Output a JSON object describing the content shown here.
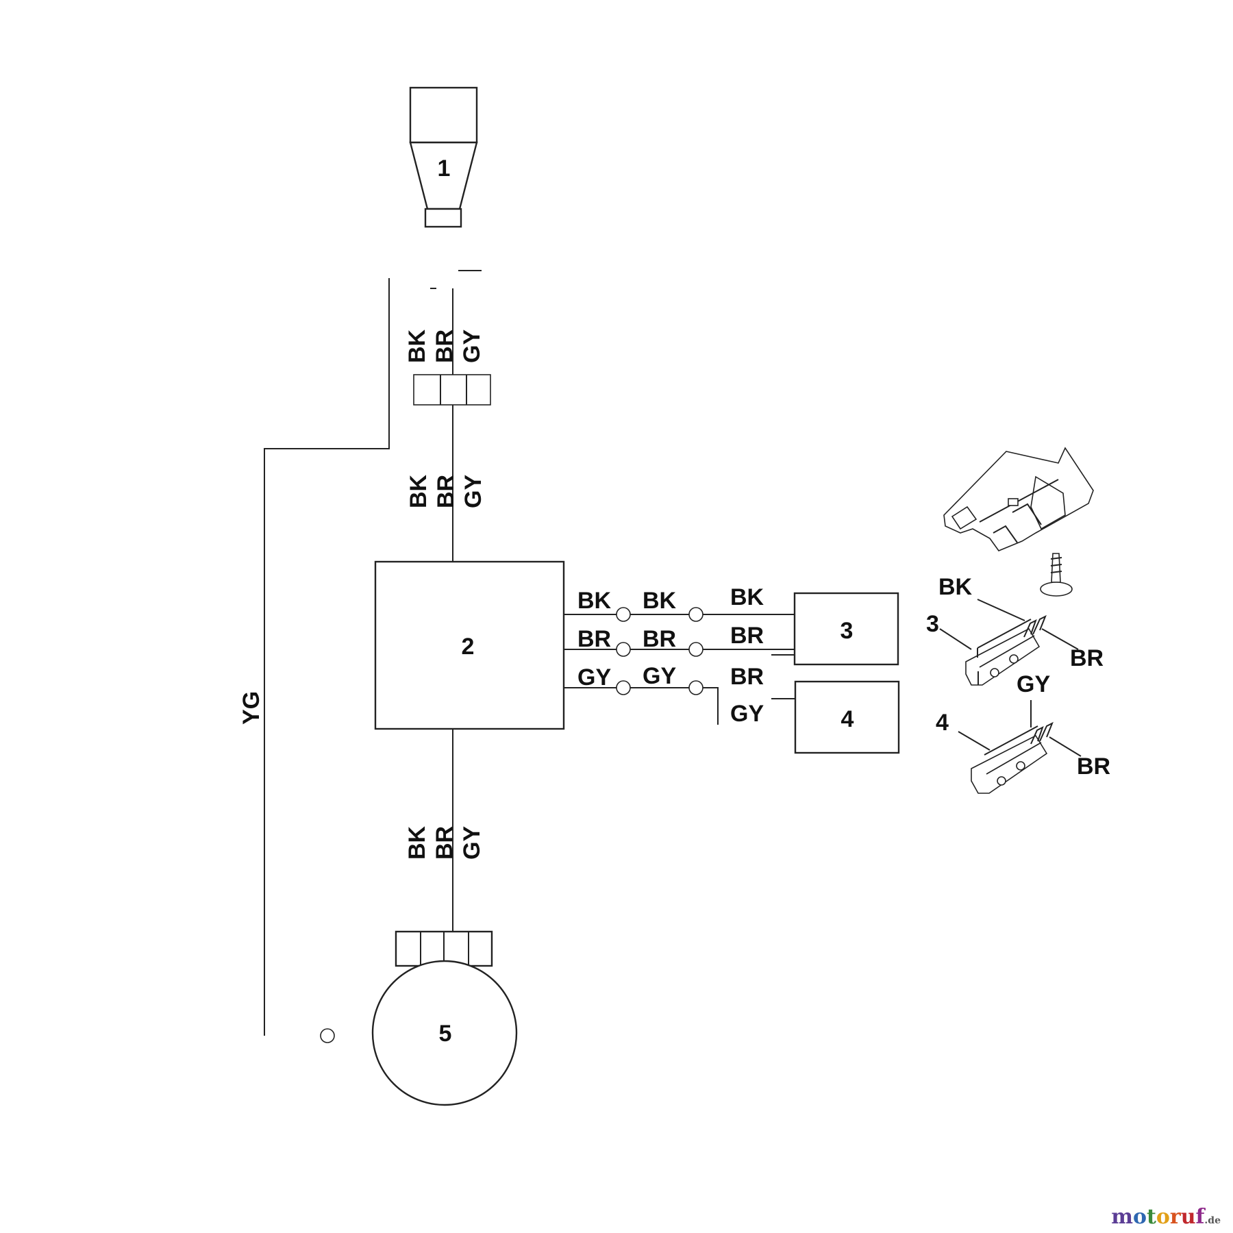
{
  "components": [
    {
      "id": "1",
      "label": "1"
    },
    {
      "id": "2",
      "label": "2"
    },
    {
      "id": "3",
      "label": "3"
    },
    {
      "id": "4",
      "label": "4"
    },
    {
      "id": "5",
      "label": "5"
    }
  ],
  "wires": {
    "earth": "YG",
    "bk": "BK",
    "br": "BR",
    "gy": "GY"
  },
  "switch_callouts": {
    "switch3": {
      "number": "3",
      "wires": [
        "BK",
        "BR",
        "GY"
      ]
    },
    "switch4": {
      "number": "4",
      "wires": [
        "BR"
      ]
    }
  },
  "watermark": {
    "colored_letters": [
      {
        "ch": "m",
        "color": "#5b3d95"
      },
      {
        "ch": "o",
        "color": "#2e67b1"
      },
      {
        "ch": "t",
        "color": "#3a8a3a"
      },
      {
        "ch": "o",
        "color": "#e2a019"
      },
      {
        "ch": "r",
        "color": "#d8531f"
      },
      {
        "ch": "u",
        "color": "#c0282d"
      },
      {
        "ch": "f",
        "color": "#8e2a8b"
      }
    ],
    "suffix": ".de"
  }
}
